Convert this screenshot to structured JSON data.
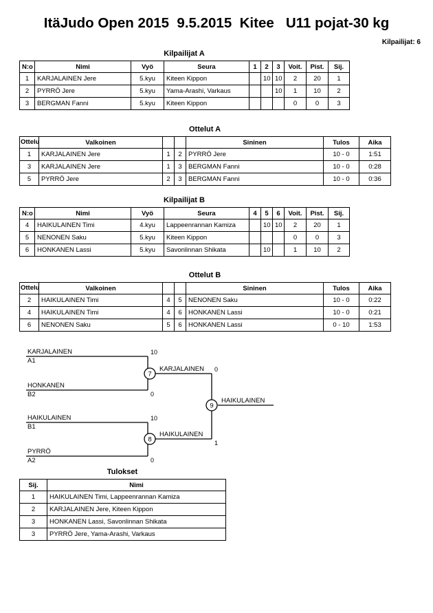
{
  "header": {
    "title": "ItäJudo Open 2015  9.5.2015  Kitee   U11 pojat-30 kg",
    "entrants": "Kilpailijat: 6"
  },
  "pool_a": {
    "caption": "Kilpailijat A",
    "columns": [
      "N:o",
      "Nimi",
      "Vyö",
      "Seura",
      "1",
      "2",
      "3",
      "Voit.",
      "Pist.",
      "Sij."
    ],
    "rows": [
      {
        "no": "1",
        "name": "KARJALAINEN Jere",
        "belt": "5.kyu",
        "club": "Kiteen Kippon",
        "m1": "",
        "m2": "10",
        "m3": "10",
        "wins": "2",
        "points": "20",
        "rank": "1"
      },
      {
        "no": "2",
        "name": "PYRRÖ Jere",
        "belt": "5.kyu",
        "club": "Yama-Arashi, Varkaus",
        "m1": "",
        "m2": "",
        "m3": "10",
        "wins": "1",
        "points": "10",
        "rank": "2"
      },
      {
        "no": "3",
        "name": "BERGMAN Fanni",
        "belt": "5.kyu",
        "club": "Kiteen Kippon",
        "m1": "",
        "m2": "",
        "m3": "",
        "wins": "0",
        "points": "0",
        "rank": "3"
      }
    ]
  },
  "bouts_a": {
    "caption": "Ottelut A",
    "columns": [
      "Ottelu",
      "Valkoinen",
      "",
      "",
      "Sininen",
      "Tulos",
      "Aika"
    ],
    "rows": [
      {
        "bout": "1",
        "white": "KARJALAINEN Jere",
        "wn": "1",
        "bn": "2",
        "blue": "PYRRÖ Jere",
        "result": "10 - 0",
        "time": "1:51"
      },
      {
        "bout": "3",
        "white": "KARJALAINEN Jere",
        "wn": "1",
        "bn": "3",
        "blue": "BERGMAN Fanni",
        "result": "10 - 0",
        "time": "0:28"
      },
      {
        "bout": "5",
        "white": "PYRRÖ Jere",
        "wn": "2",
        "bn": "3",
        "blue": "BERGMAN Fanni",
        "result": "10 - 0",
        "time": "0:36"
      }
    ]
  },
  "pool_b": {
    "caption": "Kilpailijat B",
    "columns": [
      "N:o",
      "Nimi",
      "Vyö",
      "Seura",
      "4",
      "5",
      "6",
      "Voit.",
      "Pist.",
      "Sij."
    ],
    "rows": [
      {
        "no": "4",
        "name": "HAIKULAINEN Timi",
        "belt": "4.kyu",
        "club": "Lappeenrannan Kamiza",
        "m1": "",
        "m2": "10",
        "m3": "10",
        "wins": "2",
        "points": "20",
        "rank": "1"
      },
      {
        "no": "5",
        "name": "NENONEN Saku",
        "belt": "5.kyu",
        "club": "Kiteen Kippon",
        "m1": "",
        "m2": "",
        "m3": "",
        "wins": "0",
        "points": "0",
        "rank": "3"
      },
      {
        "no": "6",
        "name": "HONKANEN Lassi",
        "belt": "5.kyu",
        "club": "Savonlinnan Shikata",
        "m1": "",
        "m2": "10",
        "m3": "",
        "wins": "1",
        "points": "10",
        "rank": "2"
      }
    ]
  },
  "bouts_b": {
    "caption": "Ottelut B",
    "columns": [
      "Ottelu",
      "Valkoinen",
      "",
      "",
      "Sininen",
      "Tulos",
      "Aika"
    ],
    "rows": [
      {
        "bout": "2",
        "white": "HAIKULAINEN Timi",
        "wn": "4",
        "bn": "5",
        "blue": "NENONEN Saku",
        "result": "10 - 0",
        "time": "0:22"
      },
      {
        "bout": "4",
        "white": "HAIKULAINEN Timi",
        "wn": "4",
        "bn": "6",
        "blue": "HONKANEN Lassi",
        "result": "10 - 0",
        "time": "0:21"
      },
      {
        "bout": "6",
        "white": "NENONEN Saku",
        "wn": "5",
        "bn": "6",
        "blue": "HONKANEN Lassi",
        "result": "0 - 10",
        "time": "1:53"
      }
    ]
  },
  "bracket": {
    "semifinal_1": {
      "bout_number": "7",
      "top": {
        "name": "KARJALAINEN",
        "seed": "A1",
        "score": "10"
      },
      "bottom": {
        "name": "HONKANEN",
        "seed": "B2",
        "score": "0"
      },
      "winner": "KARJALAINEN"
    },
    "semifinal_2": {
      "bout_number": "8",
      "top": {
        "name": "HAIKULAINEN",
        "seed": "B1",
        "score": "10"
      },
      "bottom": {
        "name": "PYRRÖ",
        "seed": "A2",
        "score": "0"
      },
      "winner": "HAIKULAINEN"
    },
    "final": {
      "bout_number": "9",
      "top_score": "0",
      "bottom_score": "1",
      "winner": "HAIKULAINEN"
    }
  },
  "results": {
    "caption": "Tulokset",
    "columns": [
      "Sij.",
      "Nimi"
    ],
    "rows": [
      {
        "rank": "1",
        "name": "HAIKULAINEN Timi, Lappeenrannan Kamiza"
      },
      {
        "rank": "2",
        "name": "KARJALAINEN Jere, Kiteen Kippon"
      },
      {
        "rank": "3",
        "name": "HONKANEN Lassi, Savonlinnan Shikata"
      },
      {
        "rank": "3",
        "name": "PYRRÖ Jere, Yama-Arashi, Varkaus"
      }
    ]
  }
}
